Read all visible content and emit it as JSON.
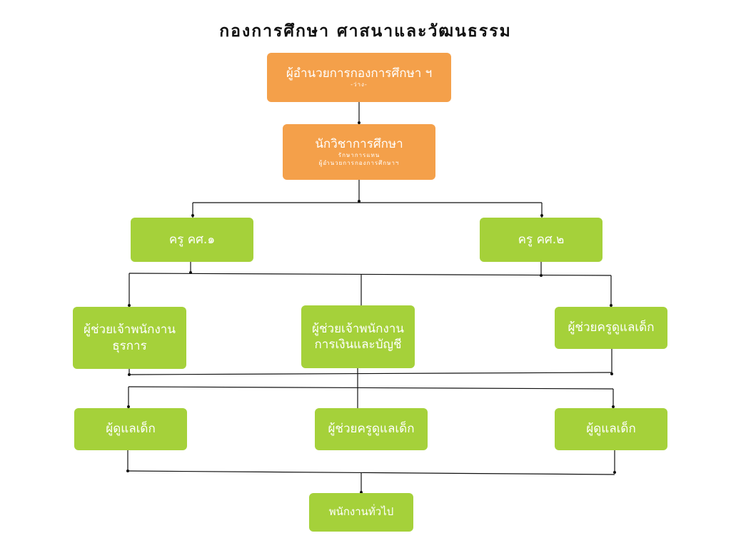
{
  "title": "กองการศึกษา ศาสนาและวัฒนธรรม",
  "nodes": {
    "director": {
      "label": "ผู้อำนวยการกองการศึกษา ฯ",
      "sub": "-ว่าง-"
    },
    "academic": {
      "label": "นักวิชาการศึกษา",
      "sub1": "รักษาการแทน",
      "sub2": "ผู้อำนวยการกองการศึกษาฯ"
    },
    "teacher1": {
      "label": "ครู คศ.๑"
    },
    "teacher2": {
      "label": "ครู คศ.๒"
    },
    "asst_admin": {
      "label1": "ผู้ช่วยเจ้าพนักงาน",
      "label2": "ธุรการ"
    },
    "asst_finance": {
      "label1": "ผู้ช่วยเจ้าพนักงาน",
      "label2": "การเงินและบัญชี"
    },
    "asst_teacher_right": {
      "label": "ผู้ช่วยครูดูแลเด็ก"
    },
    "caretaker_left": {
      "label": "ผู้ดูแลเด็ก"
    },
    "asst_teacher_center": {
      "label": "ผู้ช่วยครูดูแลเด็ก"
    },
    "caretaker_right": {
      "label": "ผู้ดูแลเด็ก"
    },
    "general_staff": {
      "label": "พนักงานทั่วไป"
    }
  },
  "colors": {
    "executive": "#f4a04a",
    "staff": "#a5d13a",
    "connector": "#111111"
  }
}
